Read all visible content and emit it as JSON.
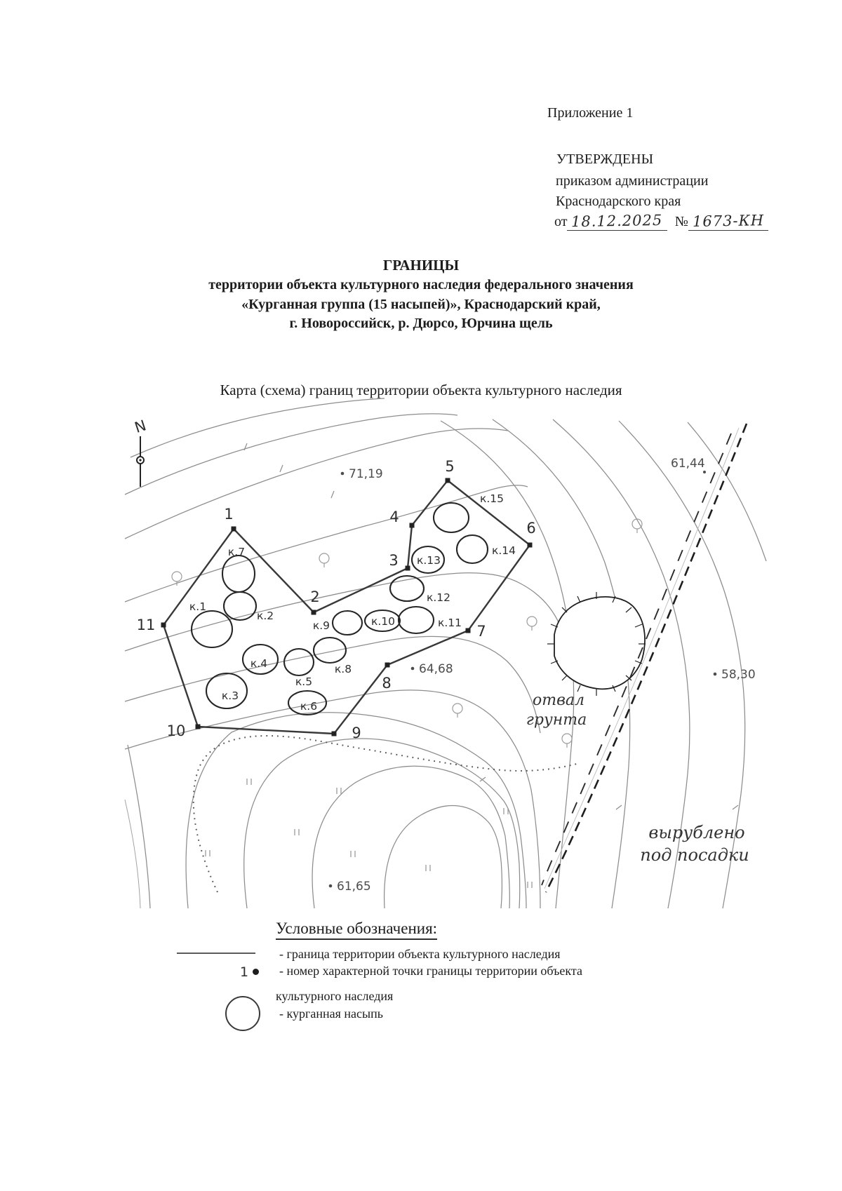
{
  "header": {
    "appendix": "Приложение 1",
    "approved": "УТВЕРЖДЕНЫ",
    "approved_line2": "приказом администрации",
    "approved_line3": "Краснодарского края",
    "date_prefix": "от",
    "date_value": "18.12.2025",
    "number_prefix": "№",
    "number_value": "1673-КН"
  },
  "title": {
    "line1": "ГРАНИЦЫ",
    "line2": "территории объекта культурного наследия федерального значения",
    "line3": "«Курганная группа (15 насыпей)», Краснодарский край,",
    "line4": "г. Новороссийск, р. Дюрсо, Юрчина щель",
    "caption": "Карта (схема) границ территории объекта культурного наследия"
  },
  "map": {
    "north_label": "N",
    "points": [
      {
        "id": "1"
      },
      {
        "id": "2"
      },
      {
        "id": "3"
      },
      {
        "id": "4"
      },
      {
        "id": "5"
      },
      {
        "id": "6"
      },
      {
        "id": "7"
      },
      {
        "id": "8"
      },
      {
        "id": "9"
      },
      {
        "id": "10"
      },
      {
        "id": "11"
      }
    ],
    "mounds": [
      {
        "id": "к.1"
      },
      {
        "id": "к.2"
      },
      {
        "id": "к.3"
      },
      {
        "id": "к.4"
      },
      {
        "id": "к.5"
      },
      {
        "id": "к.6"
      },
      {
        "id": "к.7"
      },
      {
        "id": "к.8"
      },
      {
        "id": "к.9"
      },
      {
        "id": "к.10"
      },
      {
        "id": "к.11"
      },
      {
        "id": "к.12"
      },
      {
        "id": "к.13"
      },
      {
        "id": "к.14"
      },
      {
        "id": "к.15"
      }
    ],
    "elevations": [
      {
        "value": "71,19"
      },
      {
        "value": "61,44"
      },
      {
        "value": "64,68"
      },
      {
        "value": "58,30"
      },
      {
        "value": "61,65"
      }
    ],
    "labels": {
      "dump_line1": "отвал",
      "dump_line2": "грунта",
      "cleared_line1": "вырублено",
      "cleared_line2": "под посадки"
    }
  },
  "legend": {
    "heading": "Условные обозначения:",
    "point_symbol": "1",
    "items": [
      {
        "text": "- граница территории объекта  культурного наследия"
      },
      {
        "text": "- номер характерной точки границы территории объекта",
        "text2": "культурного наследия"
      },
      {
        "text": "- курганная насыпь"
      }
    ]
  },
  "colors": {
    "ink": "#1c1c1c",
    "contour": "#8d8d8d"
  }
}
